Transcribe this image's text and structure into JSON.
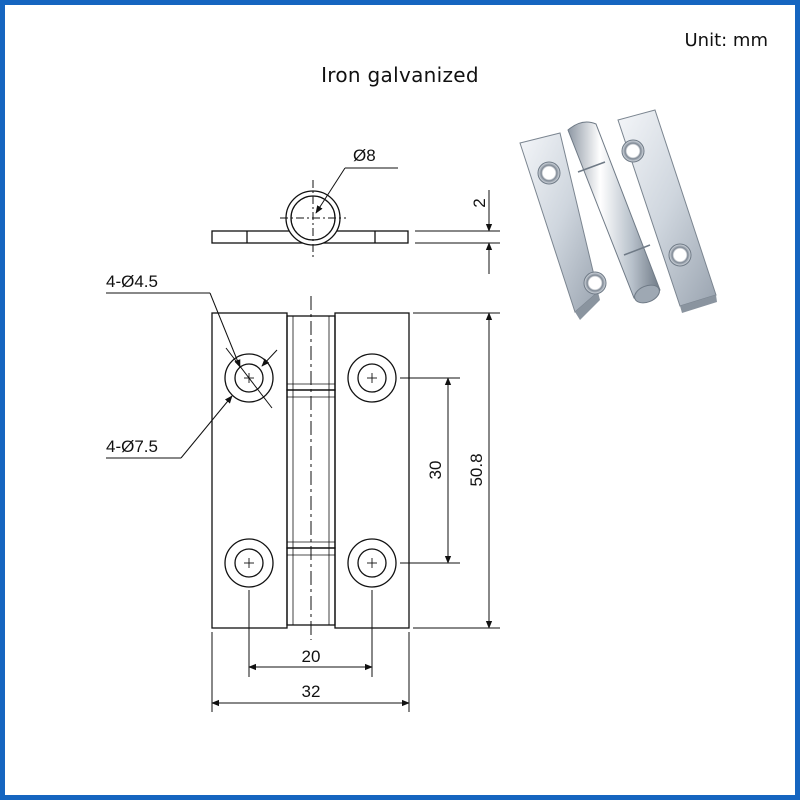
{
  "header": {
    "unit_label": "Unit:  mm",
    "title": "Iron galvanized"
  },
  "dimensions": {
    "pin_diameter": "Ø8",
    "leaf_thickness": "2",
    "hole_diameter": "4-Ø4.5",
    "countersink_diameter": "4-Ø7.5",
    "hole_spacing_vertical": "30",
    "overall_height": "50.8",
    "hole_spacing_horizontal": "20",
    "overall_width": "32"
  },
  "colors": {
    "frame": "#1565c0",
    "line": "#111111",
    "metal_light": "#eef1f5",
    "metal_mid": "#b9c2cc",
    "metal_dark": "#6f7a86"
  }
}
